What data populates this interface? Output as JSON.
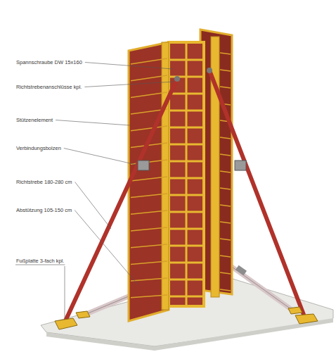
{
  "diagram": {
    "labels": [
      "Spannschraube DW 15x160",
      "Richtstrebenanschlüsse kpl.",
      "Stützenelement",
      "Verbindungsbolzen",
      "Richtstrebe 180-280 cm",
      "Abstützung 105-150 cm",
      "Fußplatte 3-fach kpl."
    ]
  }
}
